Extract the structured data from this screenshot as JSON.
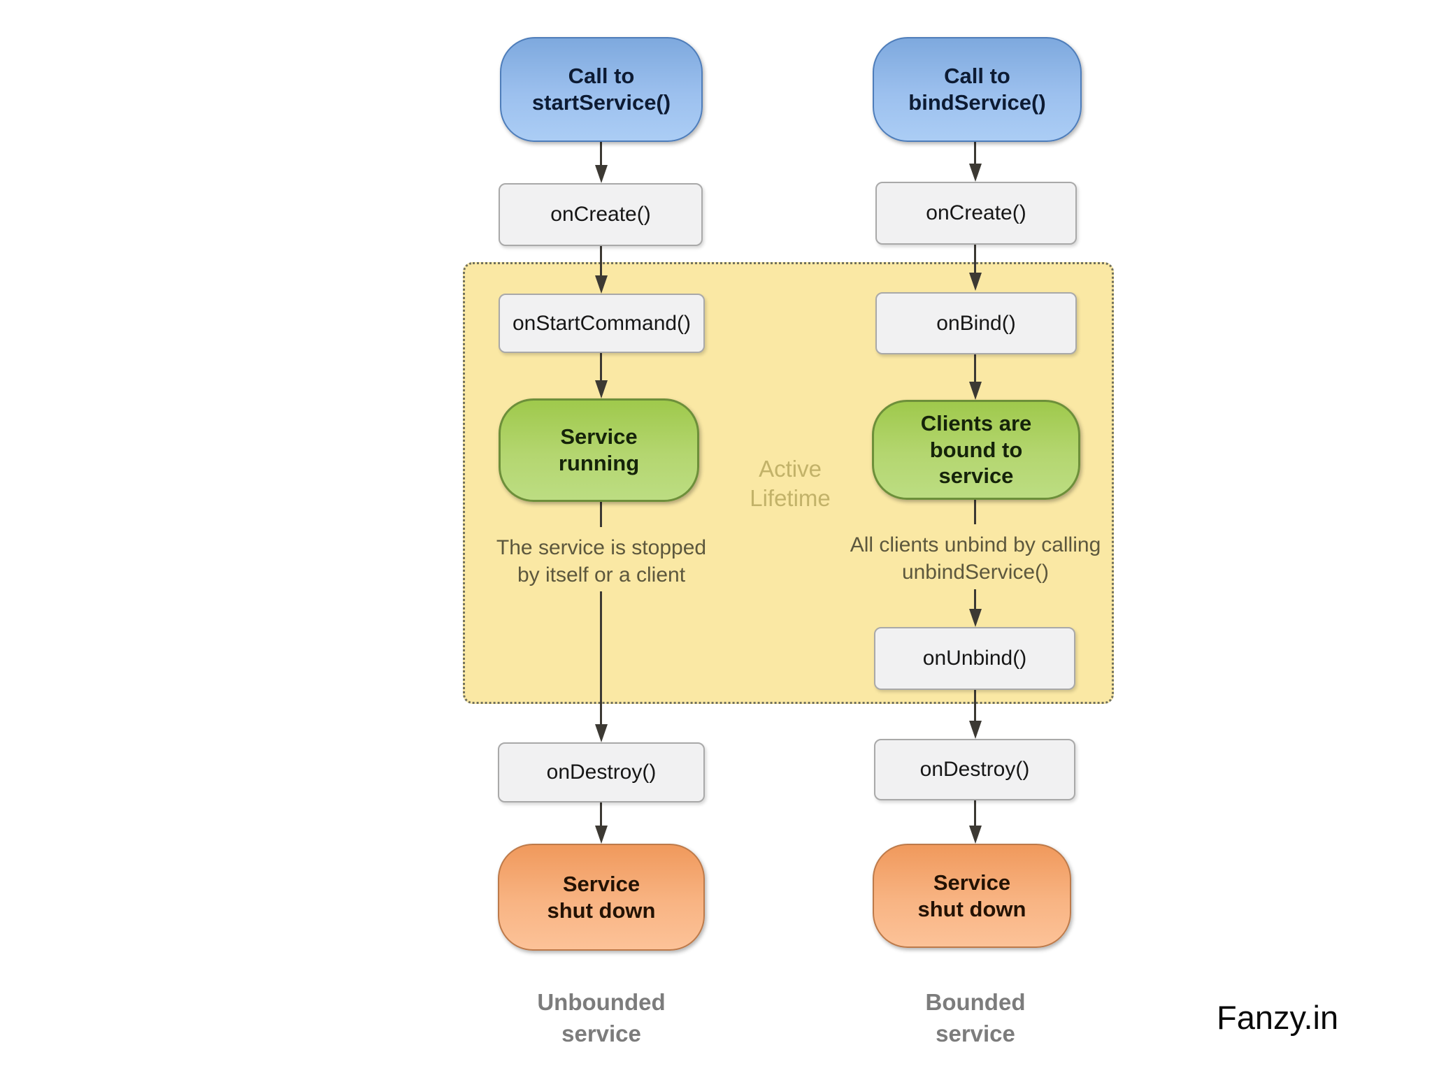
{
  "watermark": {
    "text": "Fanzy.in"
  },
  "colors": {
    "background": "#ffffff",
    "active_region_fill": "#fae8a4",
    "active_region_border": "#70705c",
    "start_node_fill_top": "#7ea9de",
    "start_node_fill_bottom": "#abcdf5",
    "start_node_border": "#4e7dba",
    "state_node_fill_top": "#9fc94c",
    "state_node_fill_bottom": "#bcdd82",
    "state_node_border": "#6d8f3a",
    "end_node_fill_top": "#f0995c",
    "end_node_fill_bottom": "#fcc298",
    "end_node_border": "#bd7a4a",
    "method_box_fill": "#f1f1f2",
    "method_box_border": "#a9a9a9",
    "arrow": "#3c3933",
    "annotation_text": "#5c573d",
    "active_lifetime_text": "#c2b269",
    "footer_text": "#7c7c7c"
  },
  "diagram": {
    "active_lifetime_label": "Active\nLifetime",
    "columns": [
      {
        "name": "unbounded",
        "footer_label": "Unbounded\nservice",
        "nodes": [
          {
            "type": "start",
            "label": "Call to\nstartService()"
          },
          {
            "type": "method",
            "label": "onCreate()"
          },
          {
            "type": "method",
            "label": "onStartCommand()"
          },
          {
            "type": "state",
            "label": "Service\nrunning"
          },
          {
            "type": "annotation",
            "label": "The service is stopped\nby itself or a client"
          },
          {
            "type": "method",
            "label": "onDestroy()"
          },
          {
            "type": "end",
            "label": "Service\nshut down"
          }
        ]
      },
      {
        "name": "bounded",
        "footer_label": "Bounded\nservice",
        "nodes": [
          {
            "type": "start",
            "label": "Call to\nbindService()"
          },
          {
            "type": "method",
            "label": "onCreate()"
          },
          {
            "type": "method",
            "label": "onBind()"
          },
          {
            "type": "state",
            "label": "Clients are\nbound to\nservice"
          },
          {
            "type": "annotation",
            "label": "All clients unbind by calling\nunbindService()"
          },
          {
            "type": "method",
            "label": "onUnbind()"
          },
          {
            "type": "method",
            "label": "onDestroy()"
          },
          {
            "type": "end",
            "label": "Service\nshut down"
          }
        ]
      }
    ]
  }
}
